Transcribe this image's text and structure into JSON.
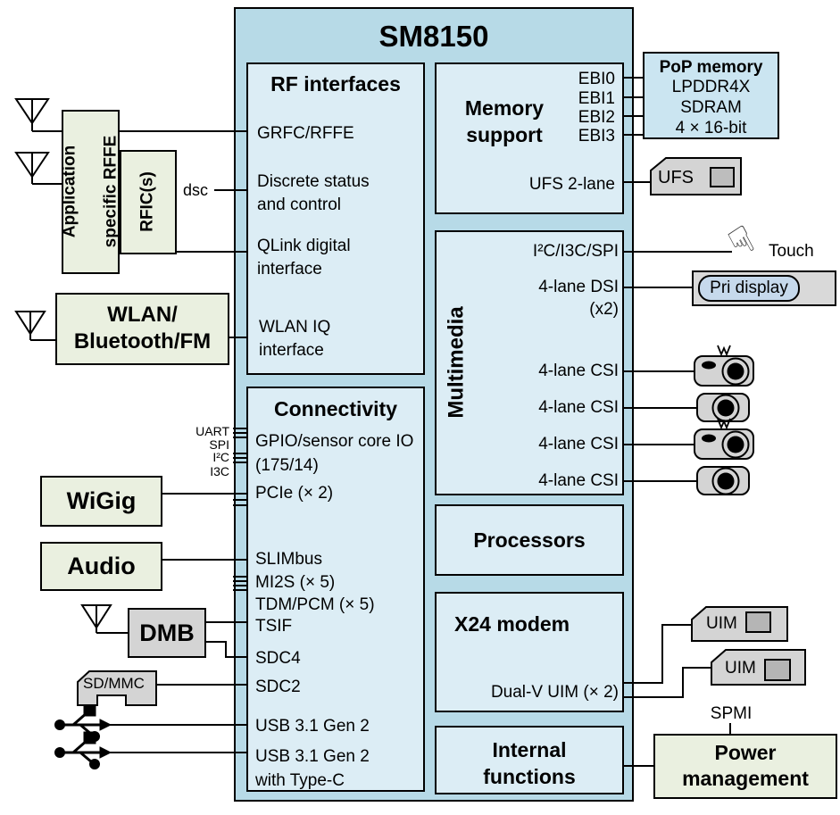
{
  "soc": {
    "title": "SM8150",
    "rf": {
      "title": "RF interfaces",
      "grfc": "GRFC/RFFE",
      "discrete": [
        "Discrete status",
        "and control"
      ],
      "qlink": [
        "QLink digital",
        "interface"
      ],
      "wlaniq": [
        "WLAN IQ",
        "interface"
      ]
    },
    "connectivity": {
      "title": "Connectivity",
      "gpio": [
        "GPIO/sensor core IO",
        "(175/14)"
      ],
      "pcie": "PCIe (× 2)",
      "slimbus": "SLIMbus",
      "mi2s": "MI2S (× 5)",
      "tdm": "TDM/PCM (× 5)",
      "tsif": "TSIF",
      "sdc4": "SDC4",
      "sdc2": "SDC2",
      "usb1": "USB 3.1 Gen 2",
      "usb2": [
        "USB 3.1 Gen 2",
        "with Type-C"
      ]
    },
    "memory": {
      "title": [
        "Memory",
        "support"
      ],
      "ebi": [
        "EBI0",
        "EBI1",
        "EBI2",
        "EBI3"
      ],
      "ufs": "UFS 2-lane"
    },
    "multimedia": {
      "title": "Multimedia",
      "i2c": "I²C/I3C/SPI",
      "dsi": "4-lane DSI",
      "dsi2": "(x2)",
      "csi": [
        "4-lane CSI",
        "4-lane CSI",
        "4-lane CSI",
        "4-lane CSI"
      ]
    },
    "processors": {
      "title": "Processors"
    },
    "modem": {
      "title": "X24 modem",
      "dualv": "Dual-V UIM (× 2)"
    },
    "internal": {
      "title": [
        "Internal",
        "functions"
      ]
    }
  },
  "external": {
    "rffe": [
      "Application",
      "specific RFFE"
    ],
    "rfic": "RFIC(s)",
    "wlan": [
      "WLAN/",
      "Bluetooth/FM"
    ],
    "wigig": "WiGig",
    "audio": "Audio",
    "dmb": "DMB",
    "sdmmc": "SD/MMC",
    "pop": {
      "title": "PoP memory",
      "l2": "LPDDR4X",
      "l3": "SDRAM",
      "l4": "4 × 16-bit"
    },
    "ufs_card": "UFS",
    "pri_display": "Pri display",
    "uim1": "UIM",
    "uim2": "UIM",
    "power": [
      "Power",
      "management"
    ]
  },
  "labels": {
    "dsc": "dsc",
    "uart": "UART",
    "spi": "SPI",
    "i2c": "I²C",
    "i3c": "I3C",
    "touch": "Touch",
    "spmi": "SPMI"
  },
  "icons": {
    "touch_hand": "☟",
    "antenna": "antenna-icon",
    "usb": "usb-trident-icon",
    "camera": "camera-icon",
    "camera_flash": "camera-with-flash-icon"
  },
  "colors": {
    "soc_bg": "#b7dae7",
    "inner_block_bg": "#dcedf5",
    "pop_memory_bg": "#cbe5f1",
    "peripheral_green_bg": "#eaf0e0",
    "peripheral_gray_bg": "#d4d4d4",
    "display_inner_bg": "#c6d9ec",
    "line": "#000000"
  }
}
